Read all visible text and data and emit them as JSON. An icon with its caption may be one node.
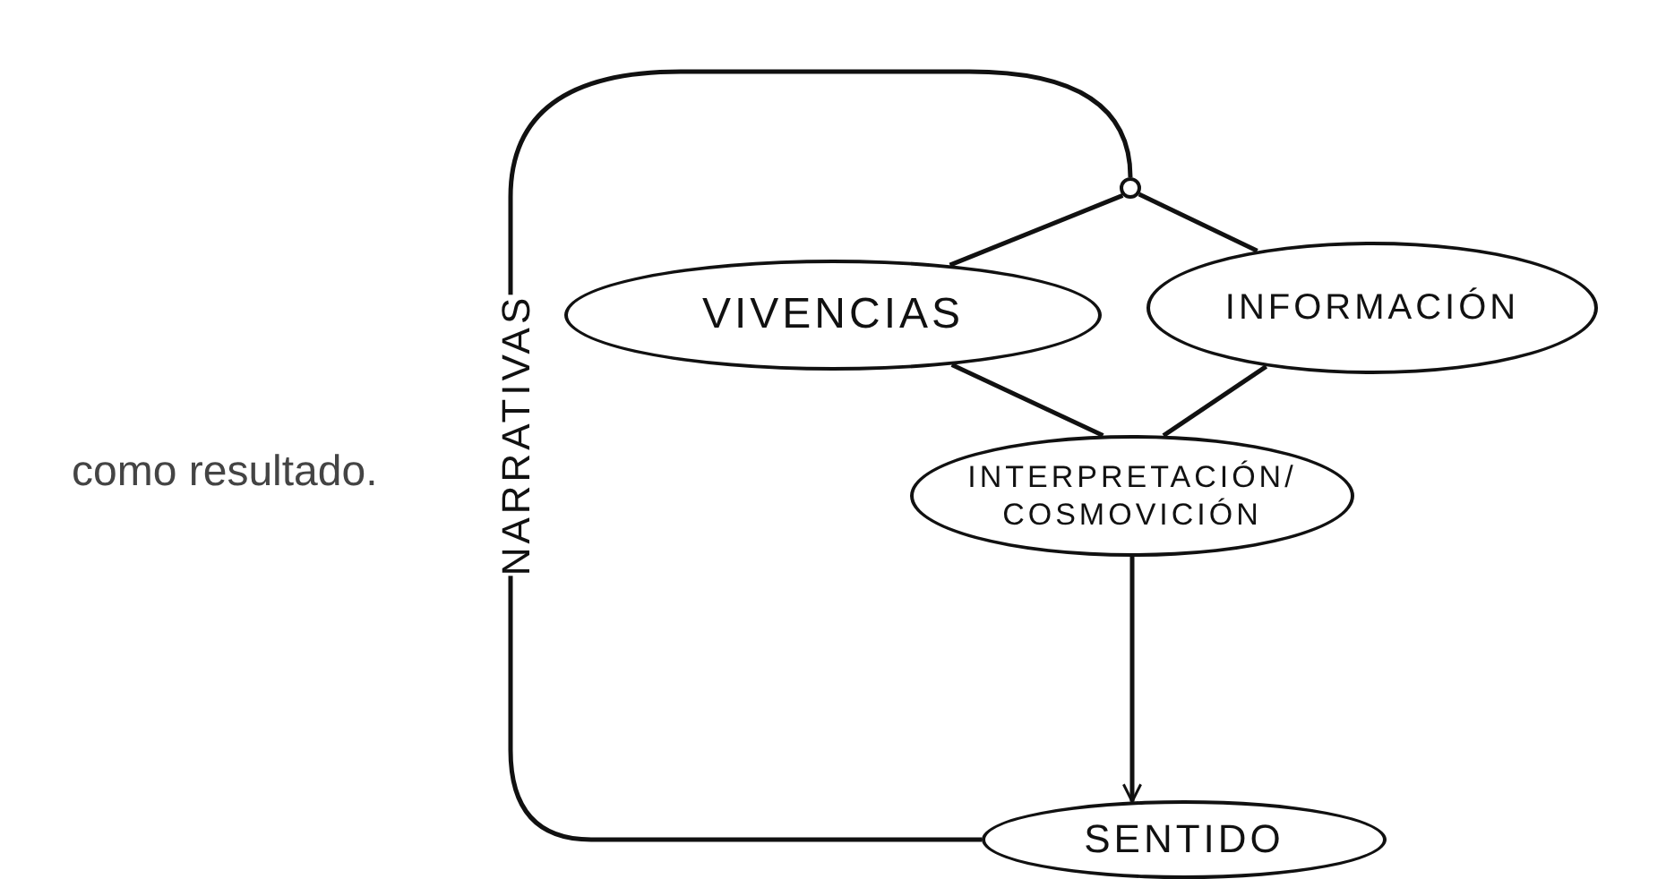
{
  "diagram": {
    "nodes": [
      {
        "text": [
          "VIVENCIAS"
        ]
      },
      {
        "text": [
          "INFORMACIÓN"
        ]
      },
      {
        "text": [
          "INTERPRETACIÓN/ COSMOVICIÓN"
        ]
      },
      {
        "text": [
          "SENTIDO"
        ]
      },
      {
        "text": [],
        "shape": "circle"
      }
    ],
    "edges": [
      {
        "from": 4,
        "to": 0,
        "arrow": "none"
      },
      {
        "from": 4,
        "to": 1,
        "arrow": "none"
      },
      {
        "from": 0,
        "to": 2,
        "arrow": "none"
      },
      {
        "from": 1,
        "to": 2,
        "arrow": "none"
      },
      {
        "from": 2,
        "to": 3,
        "arrow": "to"
      },
      {
        "from": 3,
        "to": 4,
        "arrow": "none",
        "label": "NARRATIVAS"
      }
    ],
    "labels": [
      "como resultado."
    ]
  }
}
